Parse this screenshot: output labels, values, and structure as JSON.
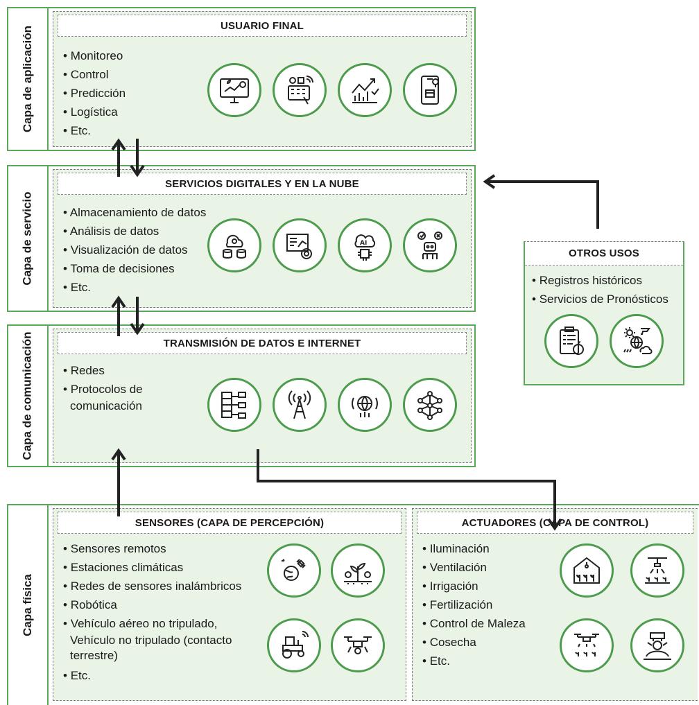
{
  "layers": {
    "aplicacion": "Capa de  aplicación",
    "servicio": "Capa de servicio",
    "comunicacion": "Capa de comunicación",
    "fisica": "Capa física"
  },
  "usuario_final": {
    "title": "USUARIO FINAL",
    "items": [
      "Monitoreo",
      "Control",
      "Predicción",
      "Logística",
      "Etc."
    ],
    "icons": [
      "plant-monitor-icon",
      "control-panel-icon",
      "growth-chart-icon",
      "mobile-logistics-icon"
    ]
  },
  "servicios": {
    "title": "SERVICIOS DIGITALES Y EN LA NUBE",
    "items": [
      "Almacenamiento de datos",
      "Análisis de datos",
      "Visualización de datos",
      "Toma de decisiones",
      "Etc."
    ],
    "icons": [
      "cloud-database-icon",
      "data-analysis-icon",
      "ai-chip-icon",
      "robot-decision-icon"
    ]
  },
  "transmision": {
    "title": "TRANSMISIÓN DE DATOS E INTERNET",
    "items": [
      "Redes",
      "Protocolos de",
      "comunicación"
    ],
    "icons": [
      "network-servers-icon",
      "antenna-tower-icon",
      "global-network-icon",
      "neural-network-icon"
    ]
  },
  "otros_usos": {
    "title": "OTROS USOS",
    "items": [
      "Registros históricos",
      "Servicios de Pronósticos"
    ],
    "icons": [
      "clipboard-apple-icon",
      "weather-globe-icon"
    ]
  },
  "sensores": {
    "title": "SENSORES (CAPA DE PERCEPCIÓN)",
    "items": [
      "Sensores remotos",
      "Estaciones  climáticas",
      "Redes de sensores inalámbricos",
      "Robótica",
      "Vehículo aéreo no tripulado,",
      "Vehículo no tripulado (contacto",
      "terrestre)",
      "Etc."
    ],
    "icons": [
      "satellite-earth-icon",
      "plant-sensor-icon",
      "tractor-icon",
      "drone-icon"
    ]
  },
  "actuadores": {
    "title": "ACTUADORES (CAPA DE CONTROL)",
    "items": [
      "Iluminación",
      "Ventilación",
      "Irrigación",
      "Fertilización",
      "Control de Maleza",
      "Cosecha",
      "Etc."
    ],
    "icons": [
      "greenhouse-icon",
      "sprinkler-icon",
      "spray-drone-icon",
      "harvester-icon"
    ]
  },
  "colors": {
    "green": "#4d9b4d",
    "panel_bg": "#e9f3e6",
    "arrow": "#222222"
  }
}
